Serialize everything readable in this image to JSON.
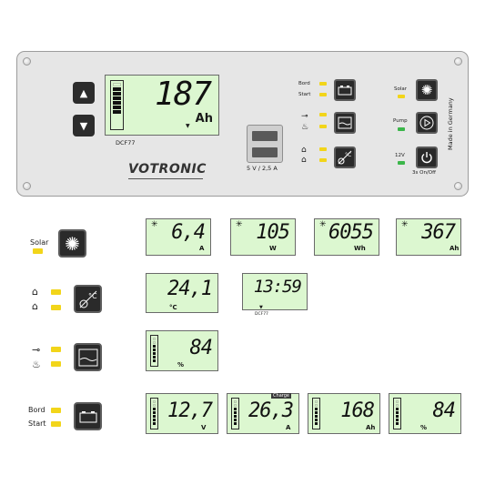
{
  "panel": {
    "brand": "VOTRONIC",
    "display": {
      "value": "187",
      "unit": "Ah",
      "level_fraction": 0.86
    },
    "dcf_label": "DCF77",
    "usb_label": "5 V / 2,5 A",
    "bord_label": "Bord",
    "start_label": "Start",
    "solar_label": "Solar",
    "pump_label": "Pump",
    "v12_label": "12V",
    "power_label": "3s On/Off",
    "made_in": "Made in Germany"
  },
  "rows": {
    "solar": {
      "label": "Solar",
      "displays": [
        {
          "value": "6,4",
          "unit": "A"
        },
        {
          "value": "105",
          "unit": "W"
        },
        {
          "value": "6055",
          "unit": "Wh"
        },
        {
          "value": "367",
          "unit": "Ah"
        }
      ]
    },
    "temperature": {
      "displays": [
        {
          "value": "24,1",
          "unit": "°C"
        },
        {
          "value": "13:59",
          "unit": "DCF77"
        }
      ]
    },
    "tank": {
      "display": {
        "value": "84",
        "unit": "%",
        "level_fraction": 0.84
      }
    },
    "battery": {
      "bord_label": "Bord",
      "start_label": "Start",
      "displays": [
        {
          "value": "12,7",
          "unit": "V"
        },
        {
          "value": "26,3",
          "unit": "A",
          "tag": "Charge"
        },
        {
          "value": "168",
          "unit": "Ah"
        },
        {
          "value": "84",
          "unit": "%"
        }
      ]
    }
  },
  "colors": {
    "lcd": "#dcf7d0",
    "led_yellow": "#f2d51a",
    "led_green": "#3bb64a",
    "button": "#2a2a2a"
  }
}
